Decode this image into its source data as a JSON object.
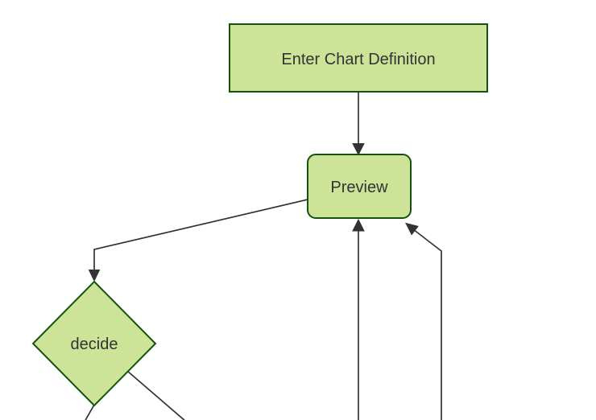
{
  "diagram": {
    "type": "flowchart",
    "direction": "top-down",
    "background_color": "#ffffff",
    "theme": {
      "node_fill": "#cde498",
      "node_stroke": "#13540c",
      "edge_color": "#333333",
      "label_color": "#333333"
    },
    "nodes": [
      {
        "id": "enter-chart-definition",
        "label": "Enter Chart Definition",
        "shape": "rectangle"
      },
      {
        "id": "preview",
        "label": "Preview",
        "shape": "rounded-rectangle"
      },
      {
        "id": "decide",
        "label": "decide",
        "shape": "diamond"
      }
    ],
    "edges": [
      {
        "from": "enter-chart-definition",
        "to": "preview",
        "arrow": "arrowhead-down"
      },
      {
        "from": "preview",
        "to": "decide",
        "arrow": "arrowhead-down"
      },
      {
        "from": "offscreen-bottom-left-node",
        "to": "preview",
        "arrow": "arrowhead-up"
      },
      {
        "from": "offscreen-bottom-right-node",
        "to": "preview",
        "arrow": "arrowhead-up-left"
      },
      {
        "from": "decide",
        "to": "offscreen-bottom-left",
        "arrow": "none-visible"
      },
      {
        "from": "decide",
        "to": "offscreen-bottom-right",
        "arrow": "none-visible"
      }
    ]
  }
}
